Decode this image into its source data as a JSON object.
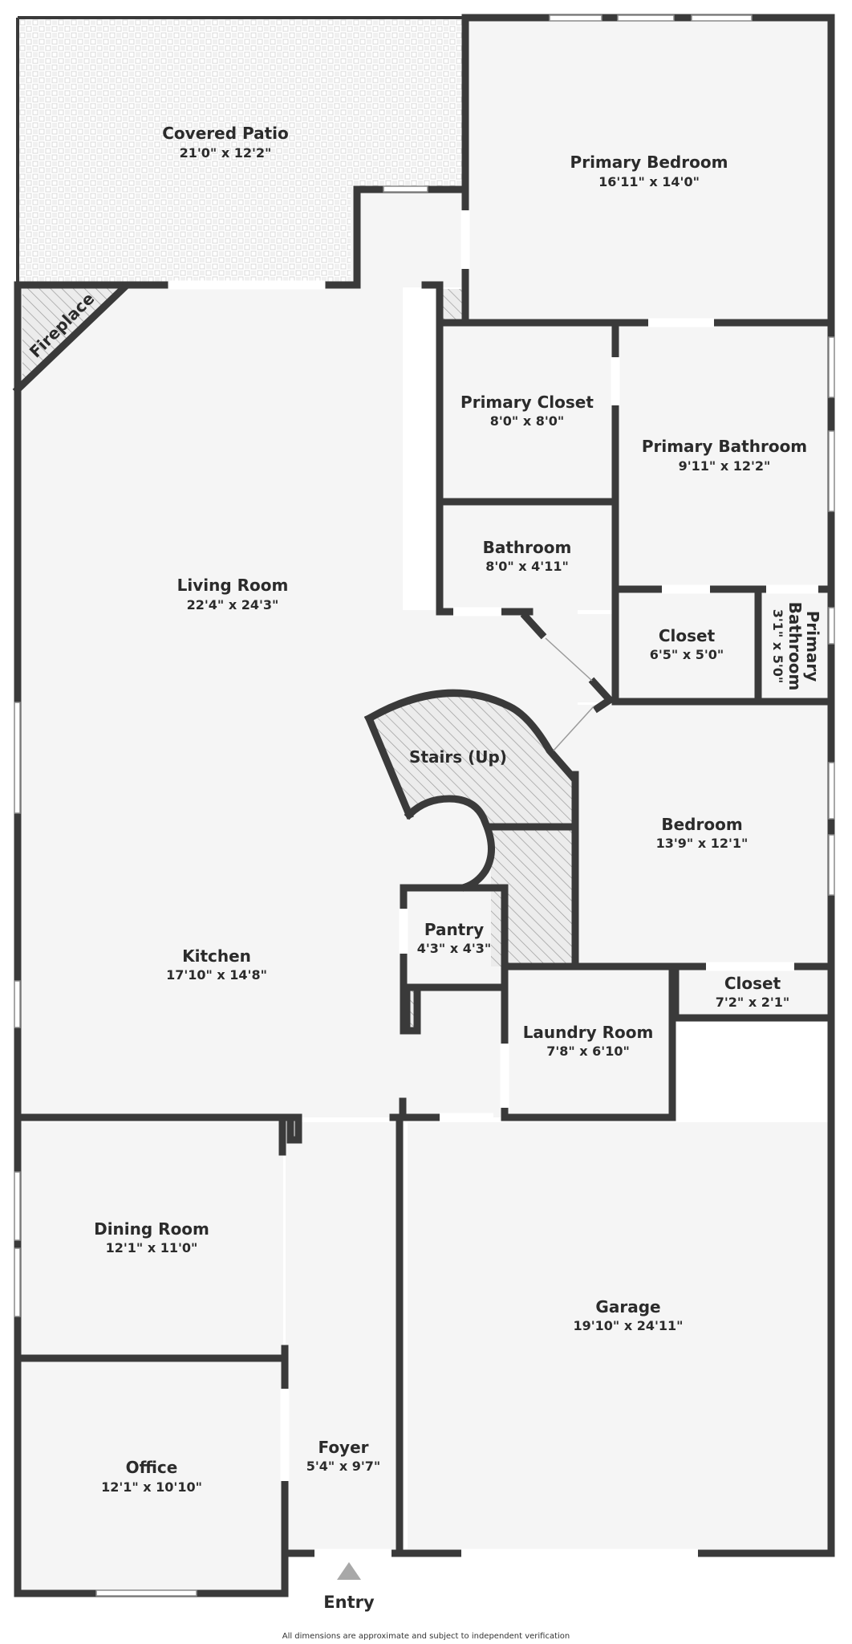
{
  "rooms": {
    "covered_patio": {
      "name": "Covered Patio",
      "dim": "21'0\" x 12'2\""
    },
    "primary_bedroom": {
      "name": "Primary Bedroom",
      "dim": "16'11\" x 14'0\""
    },
    "fireplace": {
      "name": "Fireplace"
    },
    "primary_closet": {
      "name": "Primary Closet",
      "dim": "8'0\" x 8'0\""
    },
    "primary_bathroom": {
      "name": "Primary Bathroom",
      "dim": "9'11\" x 12'2\""
    },
    "bathroom": {
      "name": "Bathroom",
      "dim": "8'0\" x 4'11\""
    },
    "living_room": {
      "name": "Living Room",
      "dim": "22'4\" x 24'3\""
    },
    "closet_a": {
      "name": "Closet",
      "dim": "6'5\" x 5'0\""
    },
    "primary_bathroom_2": {
      "name_line1": "Primary",
      "name_line2": "Bathroom",
      "dim": "3'1\" x 5'0\""
    },
    "stairs": {
      "name": "Stairs (Up)"
    },
    "bedroom": {
      "name": "Bedroom",
      "dim": "13'9\" x 12'1\""
    },
    "pantry": {
      "name": "Pantry",
      "dim": "4'3\" x 4'3\""
    },
    "kitchen": {
      "name": "Kitchen",
      "dim": "17'10\" x 14'8\""
    },
    "closet_b": {
      "name": "Closet",
      "dim": "7'2\" x 2'1\""
    },
    "laundry_room": {
      "name": "Laundry Room",
      "dim": "7'8\" x 6'10\""
    },
    "dining_room": {
      "name": "Dining Room",
      "dim": "12'1\" x 11'0\""
    },
    "garage": {
      "name": "Garage",
      "dim": "19'10\" x 24'11\""
    },
    "office": {
      "name": "Office",
      "dim": "12'1\" x 10'10\""
    },
    "foyer": {
      "name": "Foyer",
      "dim": "5'4\" x 9'7\""
    }
  },
  "entry_label": "Entry",
  "footnote": "All dimensions are approximate and subject to independent verification",
  "colors": {
    "wall": "#3a3a3a",
    "floor": "#f5f5f5",
    "hatch": "#d6d6d6",
    "arrow": "#a8a8a8"
  }
}
